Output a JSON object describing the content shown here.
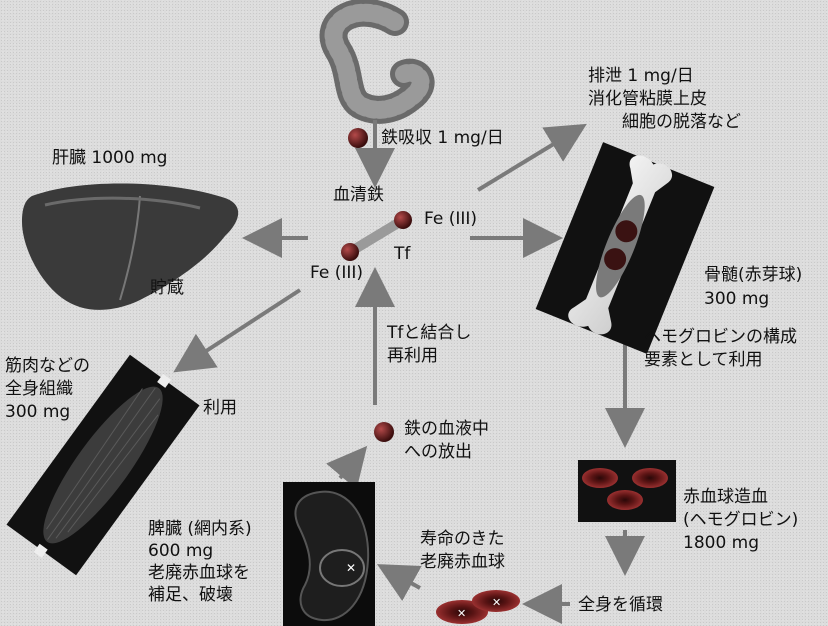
{
  "labels": {
    "absorption": "鉄吸収 1 mg/日",
    "serum_iron": "血清鉄",
    "fe3_right": "Fe (III)",
    "fe3_left": "Fe (III)",
    "tf": "Tf",
    "excretion": "排泄 1 mg/日\n消化管粘膜上皮\n　　細胞の脱落など",
    "liver_title": "肝臓 1000 mg",
    "storage": "貯蔵",
    "bone_marrow": "骨髄(赤芽球)\n300 mg",
    "hemoglobin_use": "ヘモグロビンの構成\n要素として利用",
    "muscle": "筋肉などの\n全身組織\n300 mg",
    "utilization": "利用",
    "tf_rebind": "Tfと結合し\n再利用",
    "blood_release": "鉄の血液中\nへの放出",
    "erythropoiesis": "赤血球造血\n(ヘモグロビン)\n1800 mg",
    "spleen": "脾臓 (網内系)\n600 mg\n老廃赤血球を\n補足、破壊",
    "aged_rbc": "寿命のきた\n老廃赤血球",
    "circulation": "全身を循環"
  },
  "colors": {
    "arrow": "#7a7a7a",
    "iron_ball": "#5a1a1a",
    "liver": "#3a3a3a",
    "rbc": "#7b2424",
    "panel_dark": "#111111"
  }
}
